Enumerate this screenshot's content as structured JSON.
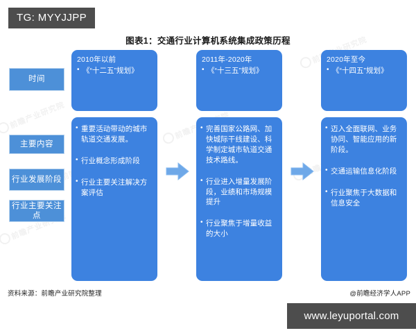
{
  "badge": {
    "label": "TG: MYYJJPP"
  },
  "title": "图表1：交通行业计算机系统集成政策历程",
  "row_labels": [
    {
      "label": "时间"
    },
    {
      "label": "主要内容"
    },
    {
      "label": "行业发展阶段"
    },
    {
      "label": "行业主要关注点"
    }
  ],
  "columns": [
    {
      "period": "2010年以前",
      "plans": [
        "《“十二五”规划》"
      ],
      "items": [
        "重要活动带动的城市轨道交通发展。",
        "行业概念形成阶段",
        "行业主要关注解决方案评估"
      ]
    },
    {
      "period": "2011年-2020年",
      "plans": [
        "《“十三五”规划》"
      ],
      "items": [
        "完善国家公路网、加快城际干线建设、科学制定城市轨道交通技术路线。",
        "行业进入增量发展阶段，业绩和市场规模提升",
        "行业聚焦于增量收益的大小"
      ]
    },
    {
      "period": "2020年至今",
      "plans": [
        "《“十四五”规划》"
      ],
      "items": [
        "迈入全面联网、业务协同、智能应用的新阶段。",
        "交通运输信息化阶段",
        "行业聚焦于大数据和信息安全"
      ]
    }
  ],
  "footer": {
    "source": "资料来源：前瞻产业研究院整理",
    "credit": "@前瞻经济学人APP",
    "url_watermark": "www.leyuportal.com"
  },
  "watermarks": [
    {
      "text": "前瞻产业研究院"
    },
    {
      "text": "前瞻产业研究院"
    },
    {
      "text": "前瞻产业研究院"
    },
    {
      "text": "前瞻产业研究院"
    },
    {
      "text": "前瞻产业研究院"
    },
    {
      "text": "前瞻产业研究院"
    }
  ],
  "colors": {
    "card_blue": "#3d82e0",
    "label_blue": "#4d90d8",
    "arrow_blue": "#6ea8e8",
    "badge_gray": "#4d4d4d"
  }
}
